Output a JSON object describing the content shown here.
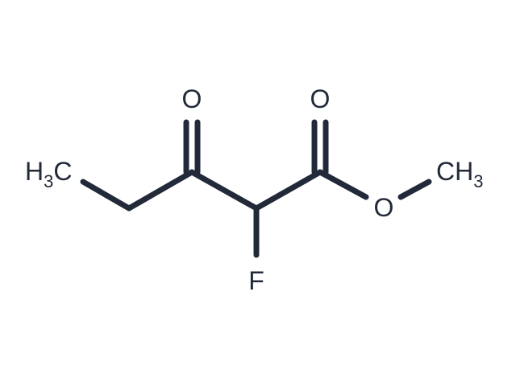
{
  "molecule": {
    "colors": {
      "ink": "#222a3a",
      "background": "#ffffff"
    },
    "atoms": {
      "o_ketone": {
        "text": "O"
      },
      "o_ester_carbonyl": {
        "text": "O"
      },
      "o_ester": {
        "text": "O"
      },
      "f": {
        "text": "F"
      },
      "ch3_left": {
        "main": "H",
        "sub": "3",
        "tail": "C"
      },
      "ch3_right": {
        "main": "CH",
        "sub": "3"
      }
    }
  }
}
